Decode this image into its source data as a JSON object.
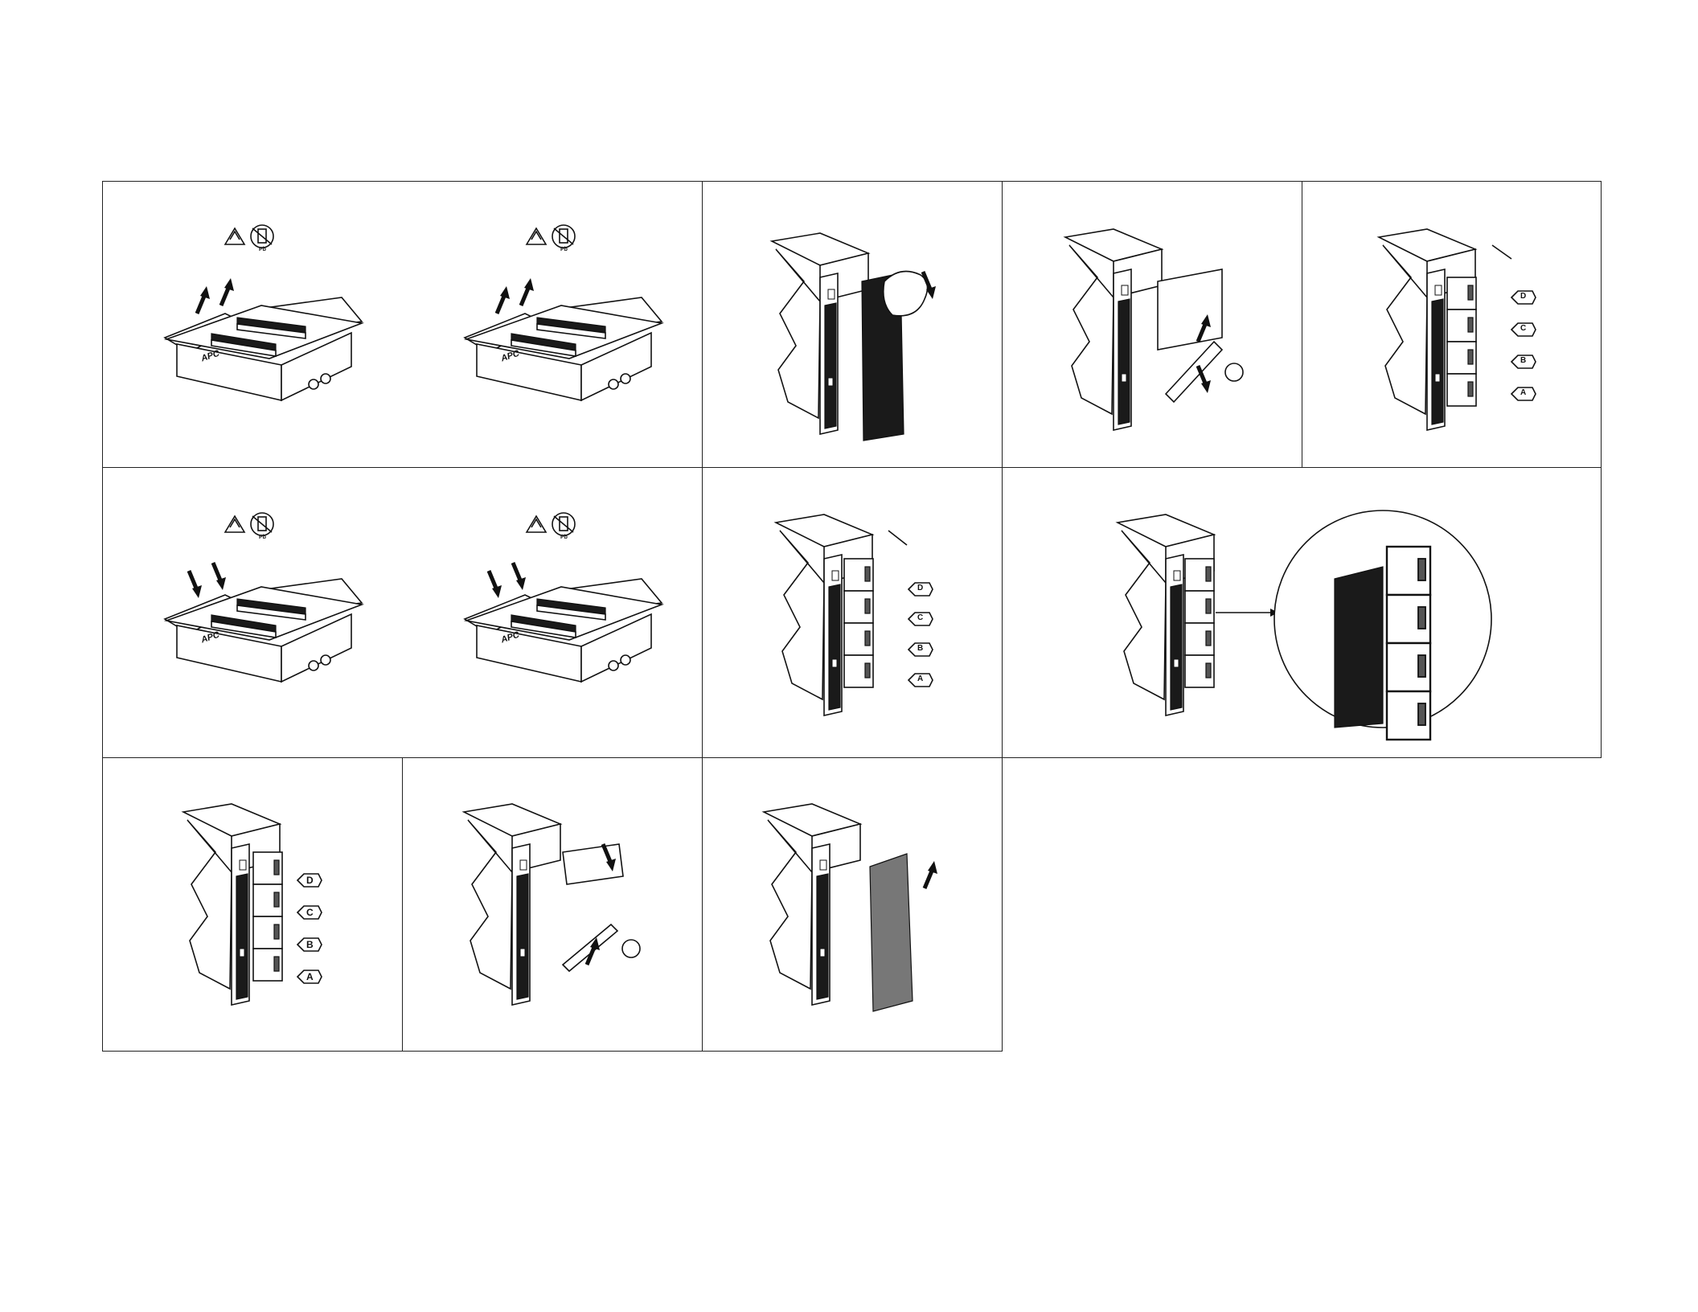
{
  "brand": "APC",
  "battery_labels": [
    "D",
    "C",
    "B",
    "A"
  ],
  "lead_symbol": "Pb",
  "icons": [
    "recycle-icon",
    "no-trash-icon",
    "arrow-icon",
    "hand-icon",
    "screw-icon"
  ],
  "colors": {
    "ink": "#111111",
    "paper": "#ffffff",
    "panel": "#1a1a1a"
  }
}
